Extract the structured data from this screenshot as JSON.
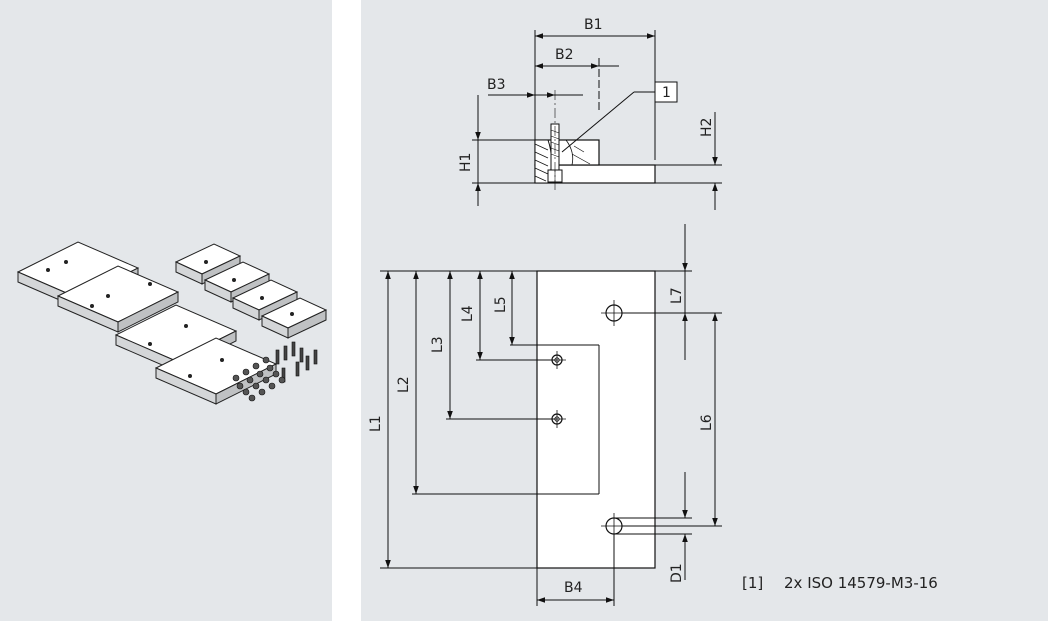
{
  "dimensions": {
    "B1": "B1",
    "B2": "B2",
    "B3": "B3",
    "B4": "B4",
    "H1": "H1",
    "H2": "H2",
    "L1": "L1",
    "L2": "L2",
    "L3": "L3",
    "L4": "L4",
    "L5": "L5",
    "L6": "L6",
    "L7": "L7",
    "D1": "D1"
  },
  "callout": {
    "marker": "1",
    "legend_marker": "[1]",
    "legend_text": "2x ISO 14579-M3-16"
  },
  "colors": {
    "panel_bg": "#e4e7ea",
    "line": "#111111",
    "part_fill": "#ffffff"
  }
}
